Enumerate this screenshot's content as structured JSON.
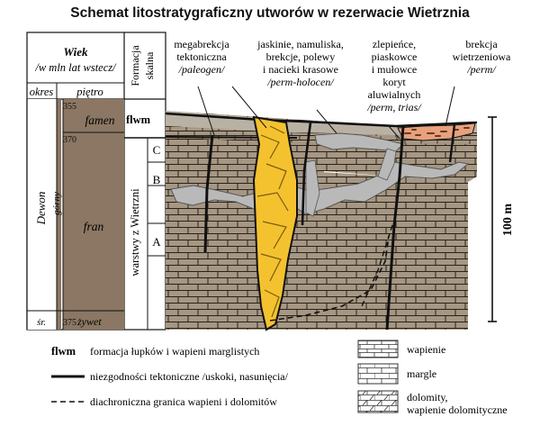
{
  "title": "Schemat litostratygraficzny utworów w rezerwacie Wietrznia",
  "header": {
    "wiek": "Wiek",
    "wiek_sub": "/w mln lat wstecz/",
    "okres": "okres",
    "pietro": "piętro",
    "formacja_1": "Formacja",
    "formacja_2": "skalna"
  },
  "timescale": {
    "t355": "355",
    "t370": "370",
    "t375": "375",
    "famen": "famen",
    "fran": "fran",
    "gorny": "górny",
    "dewon": "Dewon",
    "sr": "śr.",
    "zywet": "żywet"
  },
  "formation": {
    "flwm": "flwm",
    "c": "C",
    "b": "B",
    "a": "A",
    "warstwy": "warstwy z Wietrzni"
  },
  "labels": {
    "mega_1": "megabrekcja",
    "mega_2": "tektoniczna",
    "mega_3": "/paleogen/",
    "jask_1": "jaskinie, namuliska,",
    "jask_2": "brekcje, polewy",
    "jask_3": "i nacieki krasowe",
    "jask_4": "/perm-holocen/",
    "zlep_1": "zlepieńce,",
    "zlep_2": "piaskowce",
    "zlep_3": "i mułowce",
    "zlep_4": "koryt",
    "zlep_5": "aluwialnych",
    "zlep_6": "/perm, trias/",
    "brek_1": "brekcja",
    "brek_2": "wietrzeniowa",
    "brek_3": "/perm/"
  },
  "scale_label": "100 m",
  "legend": {
    "flwm_key": "flwm",
    "flwm_text": "formacja łupków i wapieni marglistych",
    "niezg_text": "niezgodności tektoniczne /uskoki, nasunięcia/",
    "diach_text": "diachroniczna granica wapieni i dolomitów",
    "wapienie": "wapienie",
    "margle": "margle",
    "dolomity_1": "dolomity,",
    "dolomity_2": "wapienie dolomityczne"
  },
  "colors": {
    "rock": "#a59783",
    "column_brown": "#8b7763",
    "breccia_yellow": "#f4c22f",
    "cave_gray": "#b9b9b9",
    "conglomerate": "#e8a17c",
    "flwm_band": "#b9b2a4"
  }
}
